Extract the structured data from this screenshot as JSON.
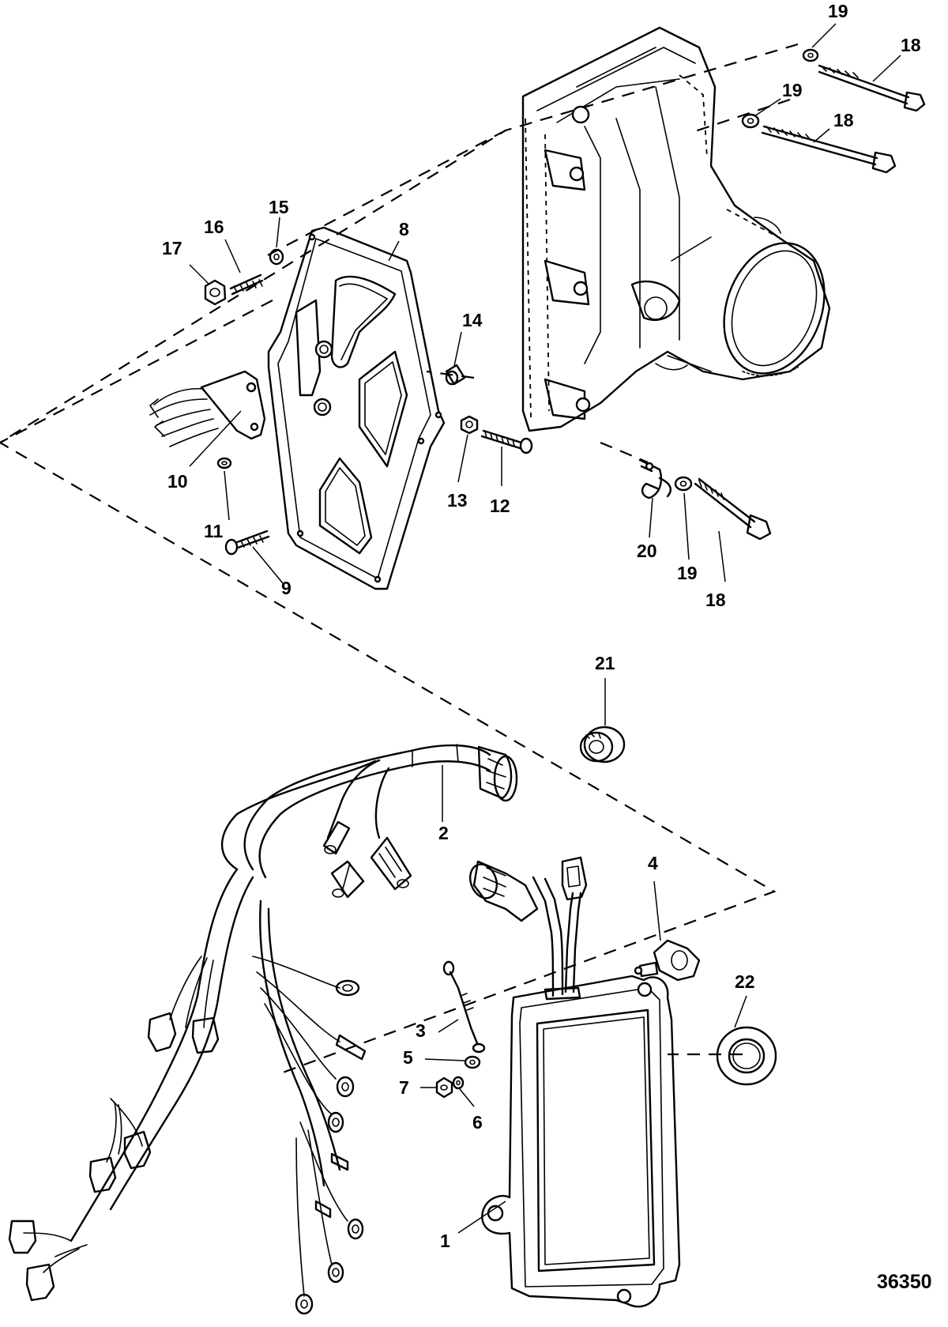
{
  "figure_number": "36350",
  "callouts": [
    {
      "id": "c19a",
      "text": "19"
    },
    {
      "id": "c18a",
      "text": "18"
    },
    {
      "id": "c19b",
      "text": "19"
    },
    {
      "id": "c18b",
      "text": "18"
    },
    {
      "id": "c15",
      "text": "15"
    },
    {
      "id": "c16",
      "text": "16"
    },
    {
      "id": "c17",
      "text": "17"
    },
    {
      "id": "c8",
      "text": "8"
    },
    {
      "id": "c14",
      "text": "14"
    },
    {
      "id": "c10",
      "text": "10"
    },
    {
      "id": "c13",
      "text": "13"
    },
    {
      "id": "c12",
      "text": "12"
    },
    {
      "id": "c11",
      "text": "11"
    },
    {
      "id": "c9",
      "text": "9"
    },
    {
      "id": "c20",
      "text": "20"
    },
    {
      "id": "c19c",
      "text": "19"
    },
    {
      "id": "c18c",
      "text": "18"
    },
    {
      "id": "c21",
      "text": "21"
    },
    {
      "id": "c2",
      "text": "2"
    },
    {
      "id": "c4",
      "text": "4"
    },
    {
      "id": "c22",
      "text": "22"
    },
    {
      "id": "c3",
      "text": "3"
    },
    {
      "id": "c5",
      "text": "5"
    },
    {
      "id": "c7",
      "text": "7"
    },
    {
      "id": "c6",
      "text": "6"
    },
    {
      "id": "c1",
      "text": "1"
    }
  ]
}
